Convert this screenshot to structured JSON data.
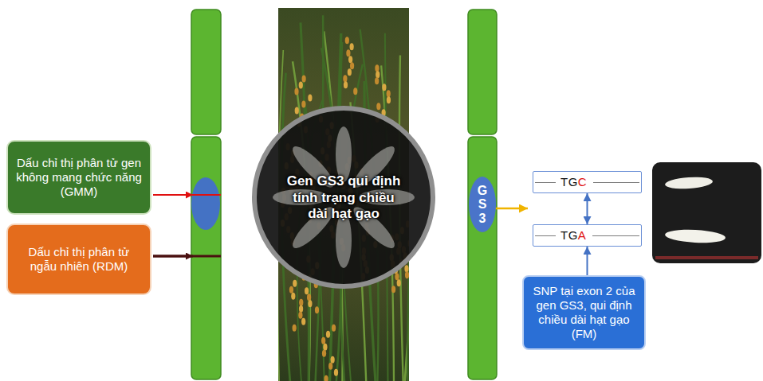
{
  "diagram": {
    "nodes": [
      {
        "text": [
          "Dấu chỉ thị phân tử gen không mang chức năng (GMM)"
        ]
      },
      {
        "text": [
          "Dấu chỉ thị phân tử ngẫu nhiên (RDM)"
        ]
      },
      {
        "text": [
          "Gen GS3 qui định tính trạng chiều dài hạt gạo"
        ]
      },
      {
        "text": [
          "G S 3"
        ]
      },
      {
        "text": [
          "TGC"
        ]
      },
      {
        "text": [
          "TGA"
        ]
      },
      {
        "text": [
          "SNP tại exon 2 của gen GS3, qui định chiều dài hạt gạo (FM)"
        ]
      }
    ],
    "edges": [
      {
        "from": 4,
        "to": 5,
        "arrow": "both"
      },
      {
        "from": 6,
        "to": 5,
        "arrow": "to"
      }
    ]
  }
}
